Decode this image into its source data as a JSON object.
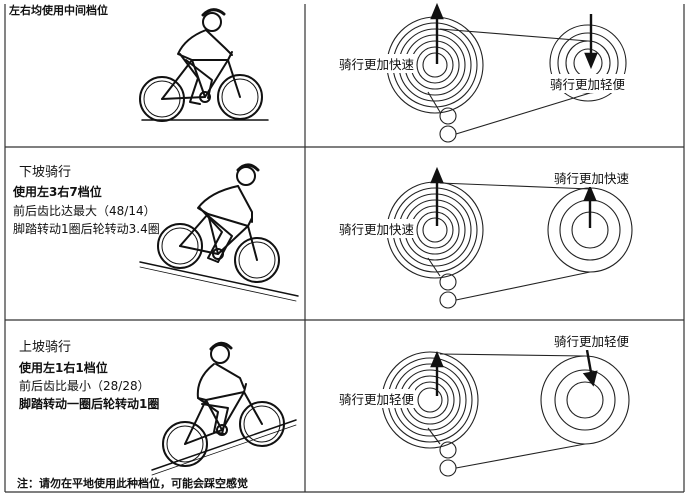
{
  "rows": [
    {
      "heading": "左右均使用中间档位",
      "lines": [],
      "left_gear_label": "骑行更加快速",
      "right_gear_label": "骑行更加轻便",
      "rider_scene": "flat"
    },
    {
      "heading": "下坡骑行",
      "lines": [
        "使用左3右7档位",
        "前后齿比达最大（48/14）",
        "脚踏转动1圈后轮转动3.4圈"
      ],
      "left_gear_label": "骑行更加快速",
      "right_gear_label": "骑行更加快速",
      "rider_scene": "downhill"
    },
    {
      "heading": "上坡骑行",
      "lines": [
        "使用左1右1档位",
        "前后齿比最小（28/28）",
        "脚踏转动一圈后轮转动1圈"
      ],
      "left_gear_label": "骑行更加轻便",
      "right_gear_label": "骑行更加轻便",
      "rider_scene": "uphill"
    }
  ],
  "footnote": "注：请勿在平地使用此种档位，可能会踩空感觉",
  "colors": {
    "ink": "#111111",
    "border": "#333333",
    "background": "#ffffff"
  }
}
